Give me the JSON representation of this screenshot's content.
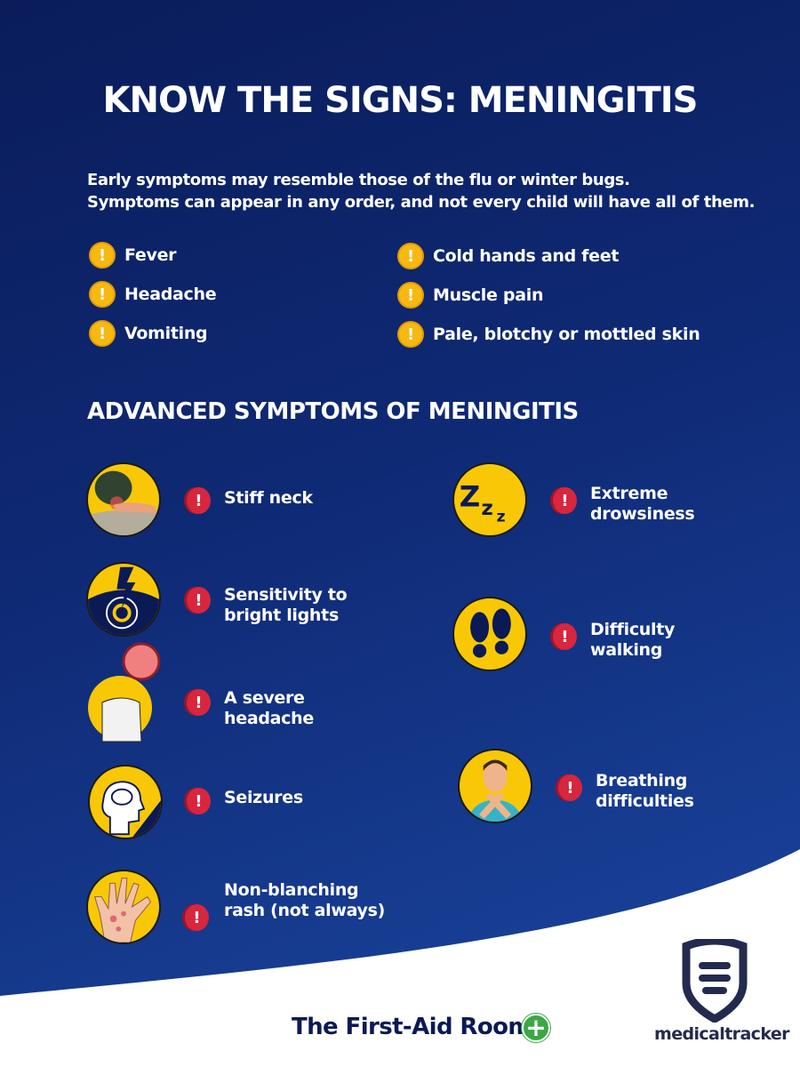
{
  "title": "KNOW THE SIGNS: MENINGITIS",
  "intro": [
    "Early symptoms may resemble those of the flu or winter bugs.",
    "Symptoms can appear in any order, and not every child will have all of them."
  ],
  "early_symptoms": {
    "left": [
      "Fever",
      "Headache",
      "Vomiting"
    ],
    "right": [
      "Cold hands and feet",
      "Muscle pain",
      "Pale, blotchy or mottled skin"
    ]
  },
  "advanced_heading": "ADVANCED SYMPTOMS OF MENINGITIS",
  "advanced_symptoms": {
    "left": [
      {
        "label": [
          "Stiff neck"
        ],
        "icon": "neck-pain-icon"
      },
      {
        "label": [
          "Sensitivity to",
          "bright lights"
        ],
        "icon": "eye-lightning-icon"
      },
      {
        "label": [
          "A severe",
          "headache"
        ],
        "icon": "headache-person-icon"
      },
      {
        "label": [
          "Seizures"
        ],
        "icon": "brain-head-icon"
      },
      {
        "label": [
          "Non-blanching",
          "rash (not always)"
        ],
        "icon": "rash-hand-icon"
      }
    ],
    "right": [
      {
        "label": [
          "Extreme",
          "drowsiness"
        ],
        "icon": "sleep-zzz-icon"
      },
      {
        "label": [
          "Difficulty",
          "walking"
        ],
        "icon": "footprints-icon"
      },
      {
        "label": [
          "Breathing",
          "difficulties"
        ],
        "icon": "choking-person-icon"
      }
    ]
  },
  "alert_symbol": "!",
  "footer": {
    "brand": "The First-Aid Room",
    "plus": "+",
    "logo_text": "medicaltracker"
  },
  "colors": {
    "accent_yellow": "#f8c806",
    "alert_red": "#d7263d",
    "navy": "#0b1a55",
    "green": "#3aa845"
  }
}
